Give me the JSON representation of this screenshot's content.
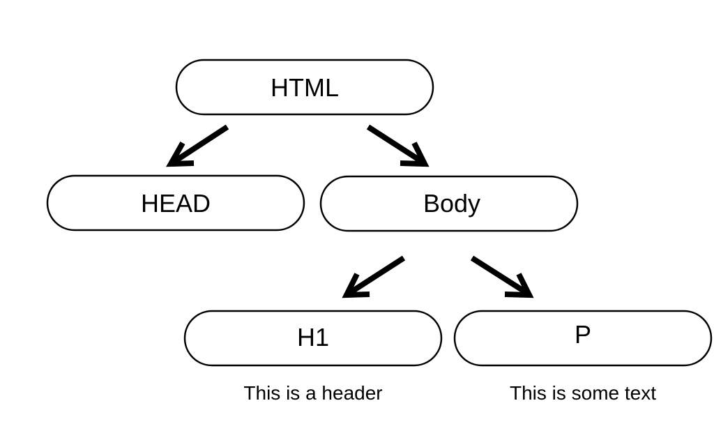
{
  "nodes": {
    "html": {
      "label": "HTML"
    },
    "head": {
      "label": "HEAD"
    },
    "body": {
      "label": "Body"
    },
    "h1": {
      "label": "H1",
      "caption": "This is a header"
    },
    "p": {
      "label": "P",
      "caption": "This is some text"
    }
  },
  "edges": [
    {
      "from": "HTML",
      "to": "HEAD"
    },
    {
      "from": "HTML",
      "to": "Body"
    },
    {
      "from": "Body",
      "to": "H1"
    },
    {
      "from": "Body",
      "to": "P"
    }
  ]
}
